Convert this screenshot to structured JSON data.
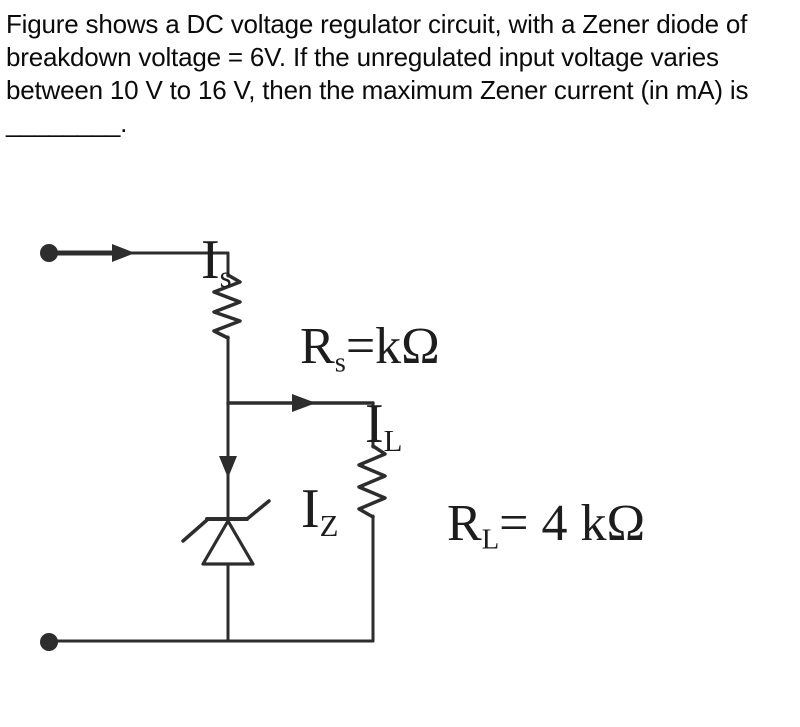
{
  "question": {
    "lines": [
      "Figure shows a DC voltage regulator circuit, with a Zener diode of",
      "breakdown voltage = 6V. If the unregulated input voltage varies",
      "between 10 V to 16 V, then the maximum Zener current (in mA) is",
      "________."
    ]
  },
  "circuit": {
    "labels": {
      "source_current": {
        "base": "I",
        "sub": "s"
      },
      "series_resistor": {
        "base": "R",
        "sub": "s",
        "suffix": "=kΩ"
      },
      "load_current": {
        "base": "I",
        "sub": "L"
      },
      "zener_current": {
        "base": "I",
        "sub": "Z"
      },
      "load_resistor": {
        "base": "R",
        "sub": "L",
        "suffix": "= 4 kΩ"
      }
    },
    "colors": {
      "wire": "#2d2d2d",
      "text": "#1d1d1d",
      "background": "#ffffff"
    }
  }
}
